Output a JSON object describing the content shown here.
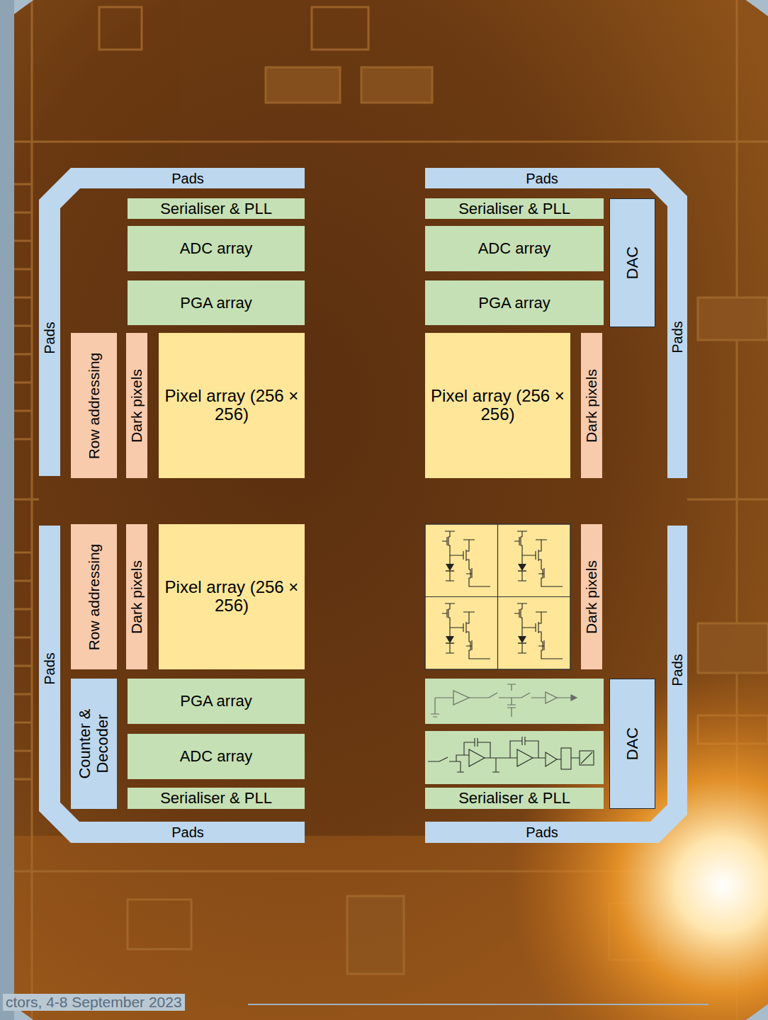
{
  "diagram": {
    "nodes": [
      {
        "text": [
          "Pads"
        ]
      },
      {
        "text": [
          "Pads"
        ]
      },
      {
        "text": [
          "Serialiser & PLL"
        ]
      },
      {
        "text": [
          "Serialiser & PLL"
        ]
      },
      {
        "text": [
          "DAC"
        ]
      },
      {
        "text": [
          "ADC array"
        ]
      },
      {
        "text": [
          "ADC array"
        ]
      },
      {
        "text": [
          "PGA array"
        ]
      },
      {
        "text": [
          "PGA array"
        ]
      },
      {
        "text": [
          "Pads"
        ]
      },
      {
        "text": [
          "Row addressing"
        ]
      },
      {
        "text": [
          "Dark pixels"
        ]
      },
      {
        "text": [
          "Pixel array (256 × 256)"
        ]
      },
      {
        "text": [
          "Pixel array (256 × 256)"
        ]
      },
      {
        "text": [
          "Dark pixels"
        ]
      },
      {
        "text": [
          "Pads"
        ]
      },
      {
        "text": [
          "Pads"
        ]
      },
      {
        "text": [
          "Row addressing"
        ]
      },
      {
        "text": [
          "Dark pixels"
        ]
      },
      {
        "text": [
          "Pixel array (256 × 256)"
        ]
      },
      {
        "text": [
          "Dark pixels"
        ]
      },
      {
        "text": [
          "Pads"
        ]
      },
      {
        "text": [
          "Counter & Decoder"
        ]
      },
      {
        "text": [
          "PGA array"
        ]
      },
      {
        "text": [
          "DAC"
        ]
      },
      {
        "text": [
          "ADC array"
        ]
      },
      {
        "text": [
          "Serialiser & PLL"
        ]
      },
      {
        "text": [
          "Serialiser & PLL"
        ]
      },
      {
        "text": [
          "Pads"
        ]
      },
      {
        "text": [
          "Pads"
        ]
      }
    ],
    "labels": [
      "ctors, 4-8 September 2023"
    ]
  }
}
